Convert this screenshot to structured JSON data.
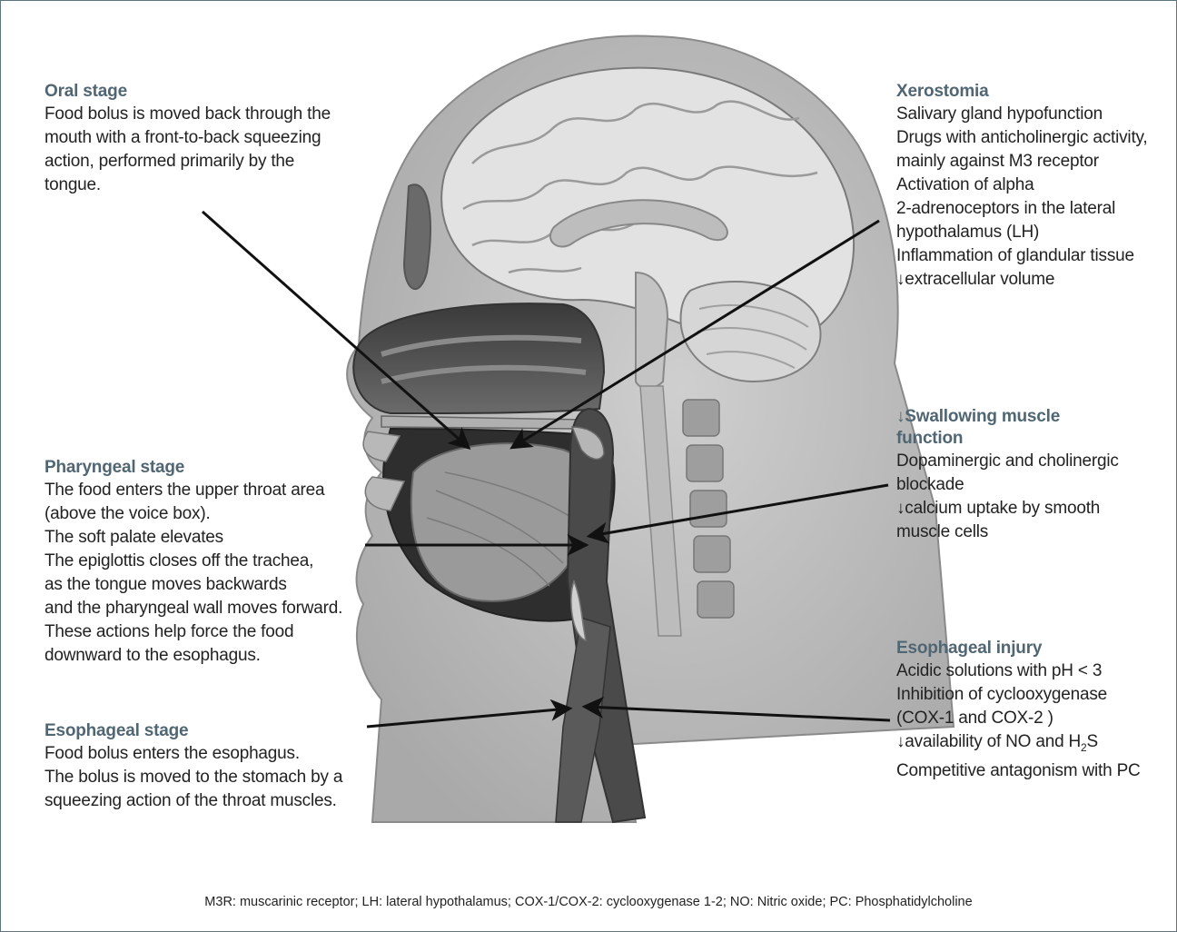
{
  "labels": {
    "oral": {
      "heading": "Oral stage",
      "lines": [
        "Food bolus is moved back through the",
        "mouth with a front-to-back squeezing",
        "action, performed primarily by the",
        "tongue."
      ]
    },
    "pharyngeal": {
      "heading": "Pharyngeal stage",
      "lines": [
        "The food enters the upper throat area",
        "(above the voice box).",
        "The soft palate elevates",
        "The epiglottis closes off the trachea,",
        "as the tongue moves backwards",
        "and the pharyngeal wall moves forward.",
        "These actions help force the food",
        "downward to the esophagus."
      ]
    },
    "esophageal": {
      "heading": "Esophageal stage",
      "lines": [
        "Food bolus enters the esophagus.",
        "The bolus is moved to the stomach by a",
        "squeezing action of the throat muscles."
      ]
    },
    "xerostomia": {
      "heading": "Xerostomia",
      "lines": [
        "Salivary gland hypofunction",
        "Drugs with anticholinergic activity,",
        "mainly against M3 receptor",
        "Activation of alpha",
        "2-adrenoceptors in the lateral",
        "hypothalamus (LH)",
        "Inflammation of glandular tissue",
        "↓extracellular volume"
      ]
    },
    "swallowing": {
      "heading_1": "↓Swallowing muscle",
      "heading_2": "function",
      "lines": [
        "Dopaminergic and cholinergic",
        "blockade",
        "↓calcium uptake by smooth",
        "muscle cells"
      ]
    },
    "injury": {
      "heading": "Esophageal injury",
      "line_1": "Acidic solutions with pH < 3",
      "line_2": "Inhibition of cyclooxygenase",
      "line_3": "(COX-1 and COX-2 )",
      "line_4_pre": "↓availability of NO and H",
      "line_4_sub": "2",
      "line_4_post": "S",
      "line_5": "Competitive antagonism with PC"
    }
  },
  "footnote": "M3R: muscarinic receptor; LH: lateral hypothalamus; COX-1/COX-2: cyclooxygenase 1-2; NO: Nitric oxide; PC: Phosphatidylcholine"
}
